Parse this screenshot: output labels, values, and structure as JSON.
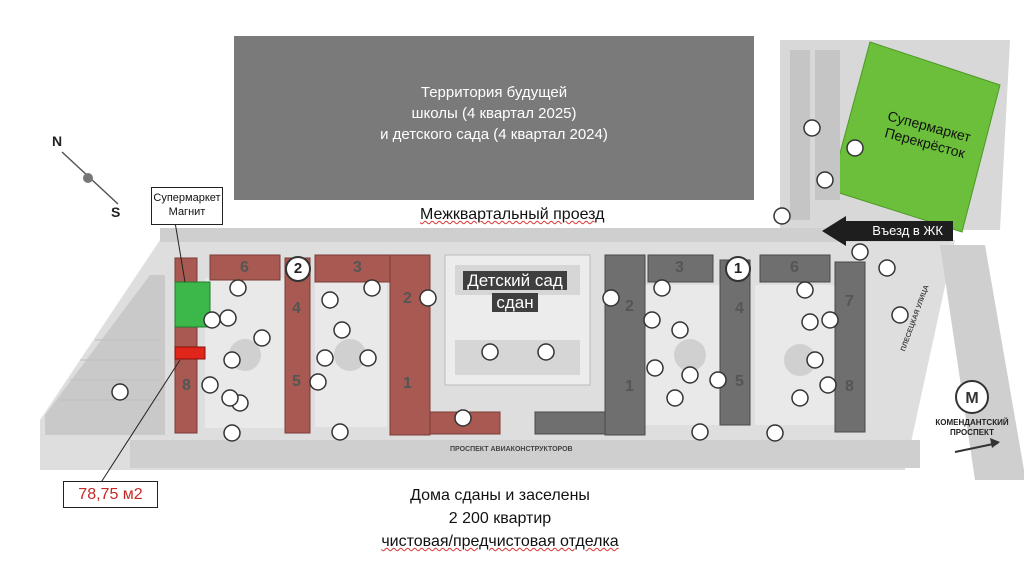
{
  "school_area": {
    "line1": "Территория будущей",
    "line2": "школы (4 квартал 2025)",
    "line3": "и детского сада (4 квартал 2024)"
  },
  "road_top": "Межквартальный проезд",
  "kindergarten": {
    "line1": "Детский сад",
    "line2": "сдан"
  },
  "supermarket_right": {
    "line1": "Супермаркет",
    "line2": "Перекрёсток"
  },
  "supermarket_left": {
    "line1": "Супермаркет",
    "line2": "Магнит"
  },
  "entry": "Въезд в ЖК",
  "area": "78,75 м2",
  "bottom": {
    "line1": "Дома сданы и заселены",
    "line2": "2 200 квартир",
    "line3": "чистовая/предчистовая отделка"
  },
  "compass": {
    "north": "N",
    "south": "S"
  },
  "metro": {
    "line1": "КОМЕНДАНТСКИЙ",
    "line2": "ПРОСПЕКТ"
  },
  "streets": {
    "avia": "ПРОСПЕКТ АВИАКОНСТРУКТОРОВ",
    "plesetskaya": "ПЛЕСЕЦКАЯ УЛИЦА"
  },
  "queues": {
    "left": "2",
    "right": "1"
  },
  "building_numbers_left": [
    "6",
    "3",
    "4",
    "2",
    "5",
    "1",
    "8"
  ],
  "building_numbers_right": [
    "3",
    "2",
    "1",
    "4",
    "5",
    "6",
    "7",
    "8"
  ],
  "colors": {
    "sold_buildings": "#a85a52",
    "grey_buildings": "#6f6f6f",
    "school_block": "#7a7a7a",
    "supermarket": "#6bbf3a",
    "highlight_unit": "#e0251b",
    "magnit_unit": "#3cb84a"
  }
}
